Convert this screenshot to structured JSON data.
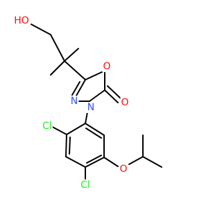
{
  "molecule": {
    "atoms": [
      {
        "id": "HO",
        "text": "HO",
        "color": "#ff0d0d"
      },
      {
        "id": "O_ring",
        "text": "O",
        "color": "#ff0d0d"
      },
      {
        "id": "N4",
        "text": "N",
        "color": "#3050f8"
      },
      {
        "id": "N3",
        "text": "N",
        "color": "#3050f8"
      },
      {
        "id": "O_carbonyl",
        "text": "O",
        "color": "#ff0d0d"
      },
      {
        "id": "Cl_top",
        "text": "Cl",
        "color": "#1ff01f"
      },
      {
        "id": "O_ether",
        "text": "O",
        "color": "#ff0d0d"
      },
      {
        "id": "Cl_bottom",
        "text": "Cl",
        "color": "#1ff01f"
      }
    ]
  }
}
